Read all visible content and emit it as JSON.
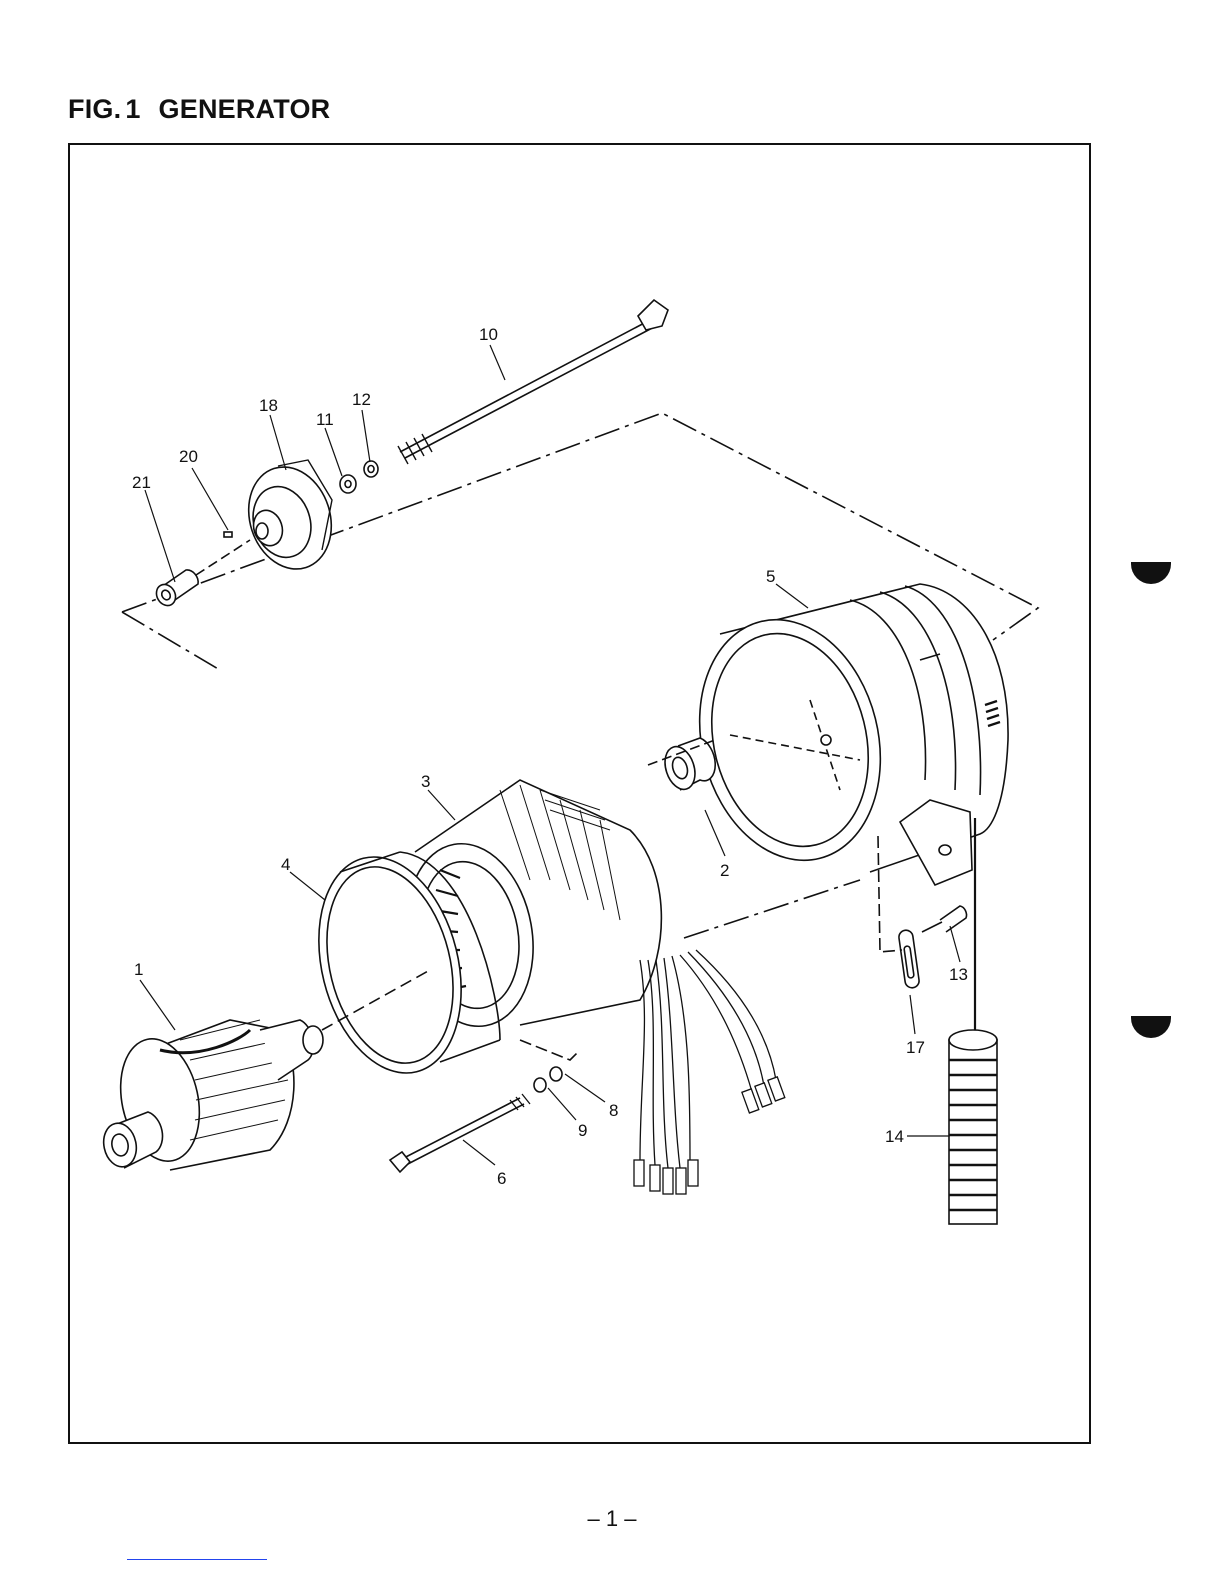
{
  "figure": {
    "prefix": "FIG.",
    "number": "1",
    "title": "GENERATOR"
  },
  "page_number": "– 1 –",
  "parts": [
    {
      "id": "1",
      "label": "1"
    },
    {
      "id": "2",
      "label": "2"
    },
    {
      "id": "3",
      "label": "3"
    },
    {
      "id": "4",
      "label": "4"
    },
    {
      "id": "5",
      "label": "5"
    },
    {
      "id": "6",
      "label": "6"
    },
    {
      "id": "8",
      "label": "8"
    },
    {
      "id": "9",
      "label": "9"
    },
    {
      "id": "10",
      "label": "10"
    },
    {
      "id": "11",
      "label": "11"
    },
    {
      "id": "12",
      "label": "12"
    },
    {
      "id": "13",
      "label": "13"
    },
    {
      "id": "14",
      "label": "14"
    },
    {
      "id": "17",
      "label": "17"
    },
    {
      "id": "18",
      "label": "18"
    },
    {
      "id": "20",
      "label": "20"
    },
    {
      "id": "21",
      "label": "21"
    }
  ]
}
